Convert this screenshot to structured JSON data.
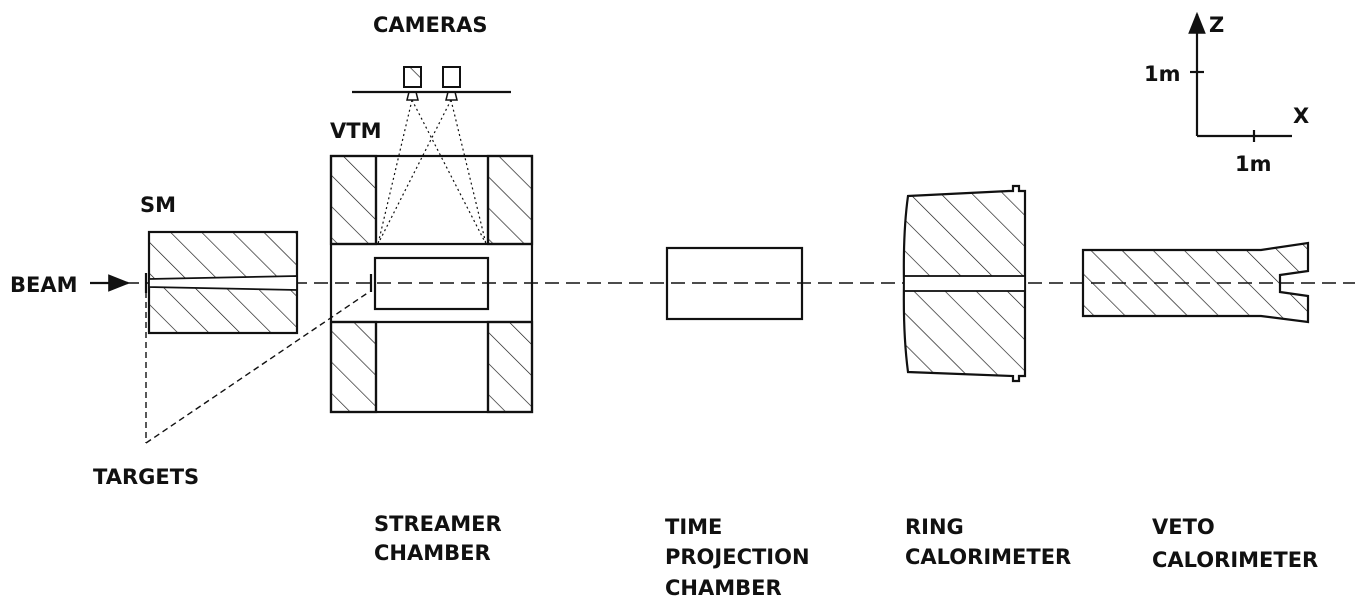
{
  "labels": {
    "cameras": "CAMERAS",
    "vtm": "VTM",
    "sm": "SM",
    "beam": "BEAM",
    "targets": "TARGETS",
    "streamer_chamber": [
      "STREAMER",
      "CHAMBER"
    ],
    "tpc": [
      "TIME",
      "PROJECTION",
      "CHAMBER"
    ],
    "ring_calorimeter": [
      "RING",
      "CALORIMETER"
    ],
    "veto_calorimeter": [
      "VETO",
      "CALORIMETER"
    ]
  },
  "axes": {
    "z_label": "Z",
    "x_label": "X",
    "z_scale": "1m",
    "x_scale": "1m"
  }
}
